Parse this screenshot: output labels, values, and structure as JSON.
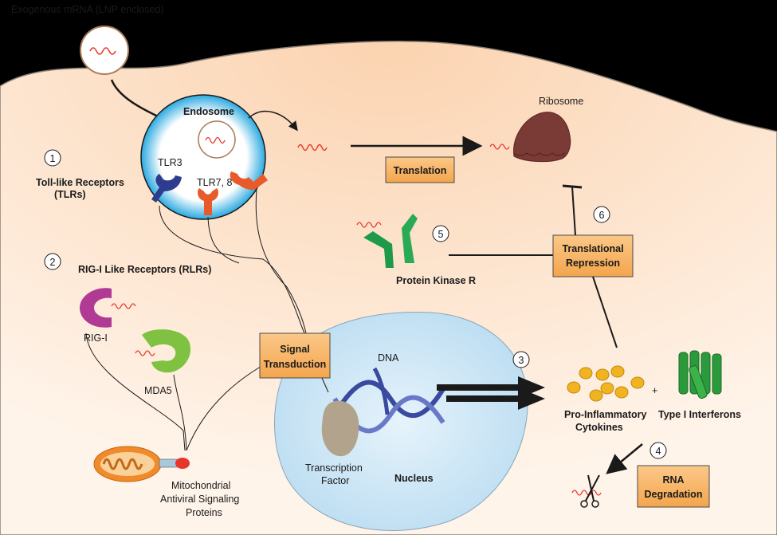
{
  "labels": {
    "exogenous": "Exogenous mRNA (LNP enclosed)",
    "endosome": "Endosome",
    "tlr3": "TLR3",
    "tlr78": "TLR7, 8",
    "ribosome": "Ribosome",
    "translation": "Translation",
    "tlr_title_1": "Toll-like Receptors",
    "tlr_title_2": "(TLRs)",
    "rlr_title": "RIG-I Like Receptors (RLRs)",
    "rig1": "RIG-I",
    "mda5": "MDA5",
    "mavs_1": "Mitochondrial",
    "mavs_2": "Antiviral Signaling",
    "mavs_3": "Proteins",
    "signal_1": "Signal",
    "signal_2": "Transduction",
    "pkr": "Protein Kinase R",
    "trans_rep_1": "Translational",
    "trans_rep_2": "Repression",
    "dna": "DNA",
    "tf_1": "Transcription",
    "tf_2": "Factor",
    "nucleus": "Nucleus",
    "cytokines_1": "Pro-Inflammatory",
    "cytokines_2": "Cytokines",
    "plus": "+",
    "interferons": "Type I Interferons",
    "rna_deg_1": "RNA",
    "rna_deg_2": "Degradation"
  },
  "steps": [
    "1",
    "2",
    "3",
    "4",
    "5",
    "6"
  ],
  "colors": {
    "cell": "#fde3c8",
    "endosome_outer": "#29a9e0",
    "nucleus": "#cfe8f6",
    "box": "#f8b469",
    "mrna": "#e8352a",
    "tlr3": "#2e3b8f",
    "tlr78": "#e85a2a",
    "ribosome": "#7a3a36",
    "rigi": "#b03a94",
    "mda5": "#7fc241",
    "pkr": "#1f9a4a",
    "cytokine": "#f2b320",
    "interferon": "#2a9a3a",
    "dna": "#3a4aa0",
    "tf": "#b2a48c",
    "mito": "#f08a2a"
  }
}
